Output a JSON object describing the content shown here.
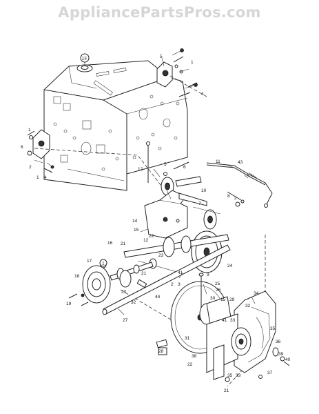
{
  "watermark": "AppliancePartsPros.com",
  "callouts": [
    {
      "id": "c13",
      "text": "13",
      "circled": true
    },
    {
      "id": "c5",
      "text": "5"
    },
    {
      "id": "c1a",
      "text": "1"
    },
    {
      "id": "c4a",
      "text": "4"
    },
    {
      "id": "c1b",
      "text": "1"
    },
    {
      "id": "c6a",
      "text": "6"
    },
    {
      "id": "c2a",
      "text": "2"
    },
    {
      "id": "c1c",
      "text": "1"
    },
    {
      "id": "c4b",
      "text": "4"
    },
    {
      "id": "c12a",
      "text": "12"
    },
    {
      "id": "c5b",
      "text": "5"
    },
    {
      "id": "c6b",
      "text": "6"
    },
    {
      "id": "c11",
      "text": "11"
    },
    {
      "id": "c43",
      "text": "43"
    },
    {
      "id": "c10",
      "text": "10"
    },
    {
      "id": "c8",
      "text": "8"
    },
    {
      "id": "c7",
      "text": "7"
    },
    {
      "id": "c2b",
      "text": "2"
    },
    {
      "id": "c14",
      "text": "14"
    },
    {
      "id": "c15a",
      "text": "15"
    },
    {
      "id": "c12b",
      "text": "12"
    },
    {
      "id": "c22a",
      "text": "22"
    },
    {
      "id": "c16",
      "text": "16"
    },
    {
      "id": "c21a",
      "text": "21"
    },
    {
      "id": "c17",
      "text": "17"
    },
    {
      "id": "c1d",
      "text": "1",
      "circled": true
    },
    {
      "id": "c23",
      "text": "23"
    },
    {
      "id": "c21b",
      "text": "21"
    },
    {
      "id": "c20",
      "text": "20"
    },
    {
      "id": "c18",
      "text": "18"
    },
    {
      "id": "c19",
      "text": "19"
    },
    {
      "id": "c32a",
      "text": "32"
    },
    {
      "id": "c44",
      "text": "44"
    },
    {
      "id": "c2c",
      "text": "2"
    },
    {
      "id": "c3",
      "text": "3"
    },
    {
      "id": "c41a",
      "text": "41"
    },
    {
      "id": "c24",
      "text": "24"
    },
    {
      "id": "c9",
      "text": "9"
    },
    {
      "id": "c25",
      "text": "25"
    },
    {
      "id": "c26",
      "text": "26"
    },
    {
      "id": "c27",
      "text": "27"
    },
    {
      "id": "c30",
      "text": "30"
    },
    {
      "id": "c15b",
      "text": "15"
    },
    {
      "id": "c29",
      "text": "29"
    },
    {
      "id": "c34",
      "text": "34"
    },
    {
      "id": "c32b",
      "text": "32"
    },
    {
      "id": "c41b",
      "text": "41"
    },
    {
      "id": "c33",
      "text": "33"
    },
    {
      "id": "c31",
      "text": "31"
    },
    {
      "id": "c28",
      "text": "28"
    },
    {
      "id": "c38",
      "text": "38"
    },
    {
      "id": "c22b",
      "text": "22"
    },
    {
      "id": "c35",
      "text": "35"
    },
    {
      "id": "c36",
      "text": "36"
    },
    {
      "id": "c39",
      "text": "39"
    },
    {
      "id": "c40",
      "text": "40"
    },
    {
      "id": "c21c",
      "text": "21"
    },
    {
      "id": "c35b",
      "text": "35"
    },
    {
      "id": "c33b",
      "text": "33"
    },
    {
      "id": "c37",
      "text": "37"
    }
  ]
}
